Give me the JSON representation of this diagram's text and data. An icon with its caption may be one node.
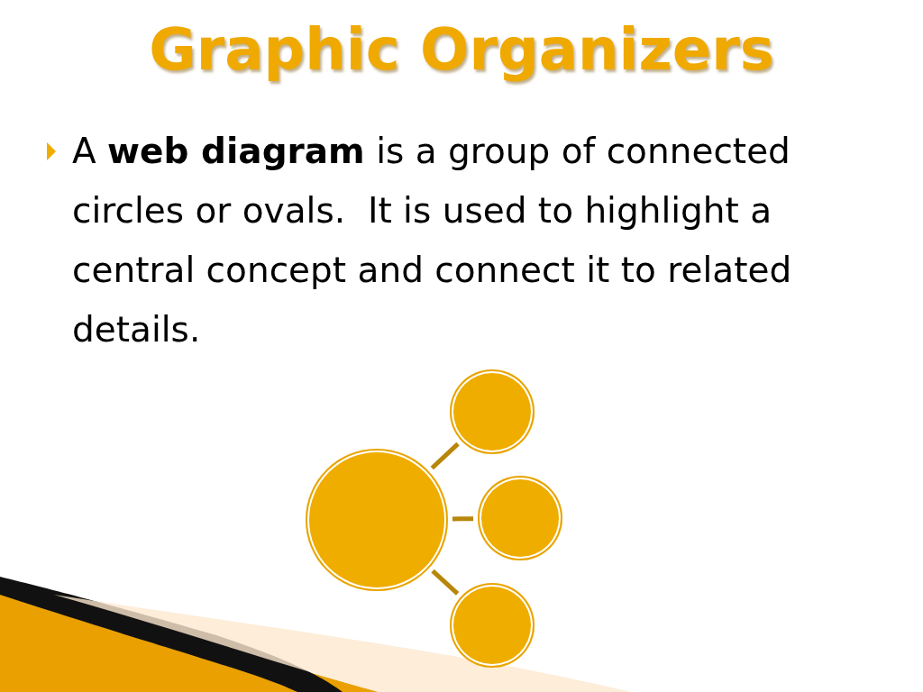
{
  "diagram": {
    "title": "Graphic Organizers",
    "nodes": [
      {
        "text": [],
        "shape": "circle"
      },
      {
        "text": [],
        "shape": "circle"
      },
      {
        "text": [],
        "shape": "circle"
      },
      {
        "text": [],
        "shape": "circle"
      }
    ],
    "edges": [
      {
        "from": 0,
        "to": 1,
        "arrow": "none"
      },
      {
        "from": 0,
        "to": 2,
        "arrow": "none"
      },
      {
        "from": 0,
        "to": 3,
        "arrow": "none"
      }
    ],
    "labels": [
      "A **web diagram** is a group of connected circles or ovals.  It is used to highlight a central concept and connect it to related details."
    ]
  }
}
